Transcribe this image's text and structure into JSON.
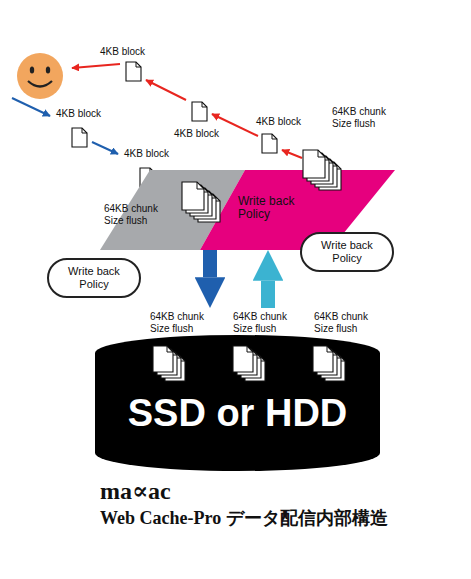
{
  "diagram": {
    "caption": "Web Cache-Pro データ配信内部構造",
    "nodes": [
      {
        "text": [
          "Write back Policy"
        ]
      },
      {
        "text": [
          "SSD or HDD"
        ]
      },
      {
        "text": [
          "Write back Policy"
        ]
      },
      {
        "text": [
          "Write back Policy"
        ]
      }
    ],
    "edges": [
      {
        "from": 0,
        "to": 1,
        "arrow": "to"
      },
      {
        "from": 1,
        "to": 0,
        "arrow": "to"
      }
    ],
    "labels": [
      "4KB block",
      "4KB block",
      "4KB block",
      "64KB chunk Size flush",
      "4KB block",
      "4KB block",
      "64KB chunk Size flush",
      "64KB chunk Size flush",
      "64KB chunk Size flush",
      "64KB chunk Size flush",
      "ma∝ac"
    ]
  }
}
